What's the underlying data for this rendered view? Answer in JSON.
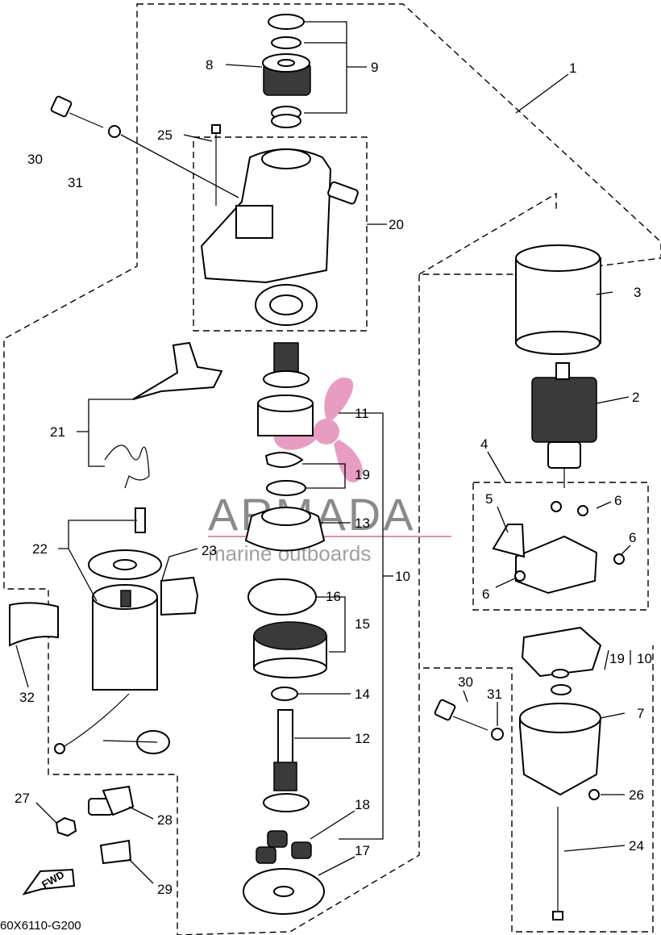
{
  "diagram_code": "60X6110-G200",
  "fwd_label": "FWD",
  "watermark": {
    "brand": "ARMADA",
    "tagline": "marine outboards",
    "accent_color": "#e58bb7"
  },
  "callouts": {
    "c1": "1",
    "c2": "2",
    "c3": "3",
    "c4": "4",
    "c5": "5",
    "c6a": "6",
    "c6b": "6",
    "c6c": "6",
    "c7": "7",
    "c8": "8",
    "c9": "9",
    "c10": "10",
    "c11": "11",
    "c12": "12",
    "c13": "13",
    "c14": "14",
    "c15": "15",
    "c16": "16",
    "c17": "17",
    "c18": "18",
    "c19a": "19",
    "c19b": "19",
    "c19b_ref": "10",
    "c20": "20",
    "c21": "21",
    "c22": "22",
    "c23": "23",
    "c24": "24",
    "c25": "25",
    "c26": "26",
    "c27": "27",
    "c28": "28",
    "c29": "29",
    "c30a": "30",
    "c30b": "30",
    "c31a": "31",
    "c31b": "31",
    "c32": "32"
  }
}
